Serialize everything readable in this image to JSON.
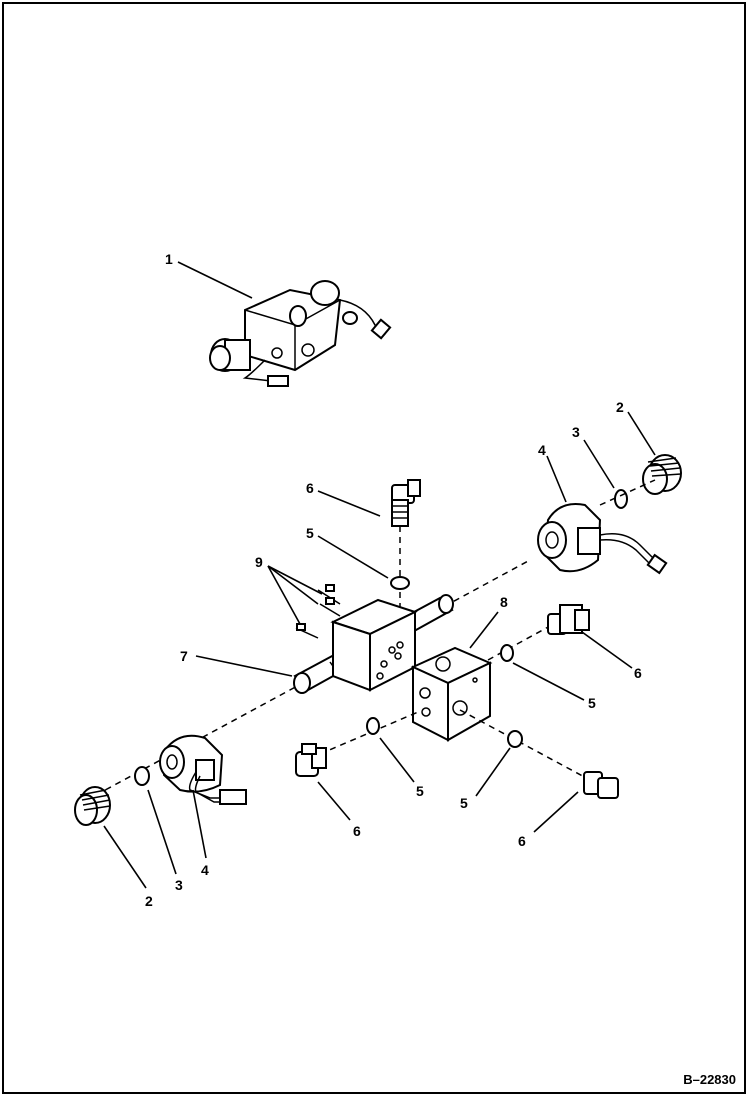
{
  "callouts": {
    "c1": "1",
    "c2_top": "2",
    "c3_top": "3",
    "c4_top": "4",
    "c6_top": "6",
    "c5_top": "5",
    "c9": "9",
    "c8": "8",
    "c7": "7",
    "c6_right": "6",
    "c5_right": "5",
    "c5_lower_left": "5",
    "c5_lower_right": "5",
    "c6_lower_left": "6",
    "c6_lower_right": "6",
    "c2_bottom": "2",
    "c3_bottom": "3",
    "c4_bottom": "4"
  },
  "figure_id": "B–22830"
}
